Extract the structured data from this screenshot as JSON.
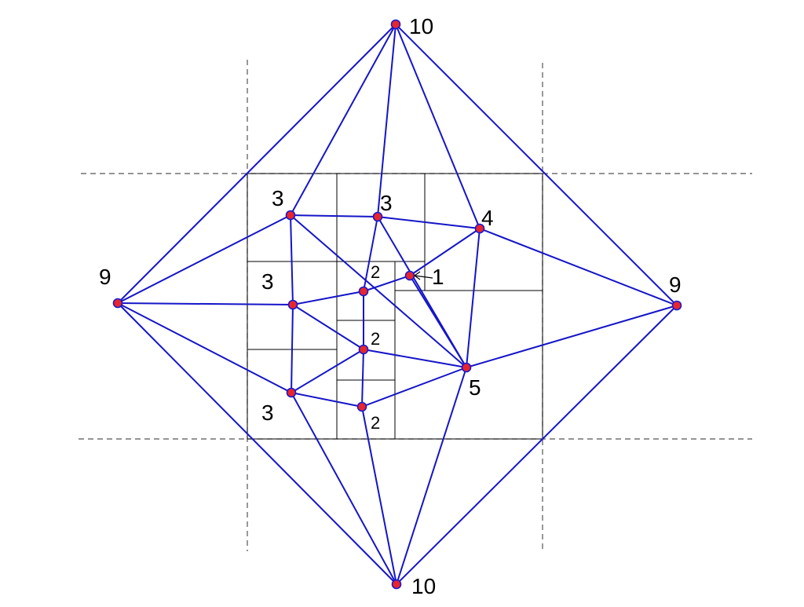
{
  "diagram": {
    "colors": {
      "edge": "#1515c8",
      "node_fill": "#e8262b",
      "node_stroke": "#1a1ad0",
      "grid": "#000000",
      "dashed": "#555555"
    },
    "nodes": [
      {
        "id": "top",
        "label": "10"
      },
      {
        "id": "bottom",
        "label": "10"
      },
      {
        "id": "left",
        "label": "9"
      },
      {
        "id": "right",
        "label": "9"
      },
      {
        "id": "a",
        "label": "3"
      },
      {
        "id": "b",
        "label": "3"
      },
      {
        "id": "c",
        "label": "4"
      },
      {
        "id": "d",
        "label": "1"
      },
      {
        "id": "e",
        "label": "2"
      },
      {
        "id": "f",
        "label": "3"
      },
      {
        "id": "g",
        "label": "2"
      },
      {
        "id": "h",
        "label": "5"
      },
      {
        "id": "i",
        "label": "3"
      },
      {
        "id": "j",
        "label": "2"
      }
    ],
    "edges": [
      [
        "top",
        "left"
      ],
      [
        "top",
        "a"
      ],
      [
        "top",
        "b"
      ],
      [
        "top",
        "c"
      ],
      [
        "top",
        "right"
      ],
      [
        "bottom",
        "left"
      ],
      [
        "bottom",
        "i"
      ],
      [
        "bottom",
        "j"
      ],
      [
        "bottom",
        "h"
      ],
      [
        "bottom",
        "right"
      ],
      [
        "left",
        "a"
      ],
      [
        "left",
        "f"
      ],
      [
        "left",
        "i"
      ],
      [
        "right",
        "c"
      ],
      [
        "right",
        "h"
      ],
      [
        "a",
        "b"
      ],
      [
        "a",
        "f"
      ],
      [
        "a",
        "h"
      ],
      [
        "b",
        "c"
      ],
      [
        "b",
        "e"
      ],
      [
        "b",
        "h"
      ],
      [
        "c",
        "d"
      ],
      [
        "c",
        "h"
      ],
      [
        "d",
        "e"
      ],
      [
        "d",
        "h"
      ],
      [
        "e",
        "f"
      ],
      [
        "e",
        "g"
      ],
      [
        "f",
        "g"
      ],
      [
        "f",
        "i"
      ],
      [
        "g",
        "h"
      ],
      [
        "g",
        "i"
      ],
      [
        "g",
        "j"
      ],
      [
        "i",
        "j"
      ],
      [
        "j",
        "h"
      ]
    ]
  }
}
